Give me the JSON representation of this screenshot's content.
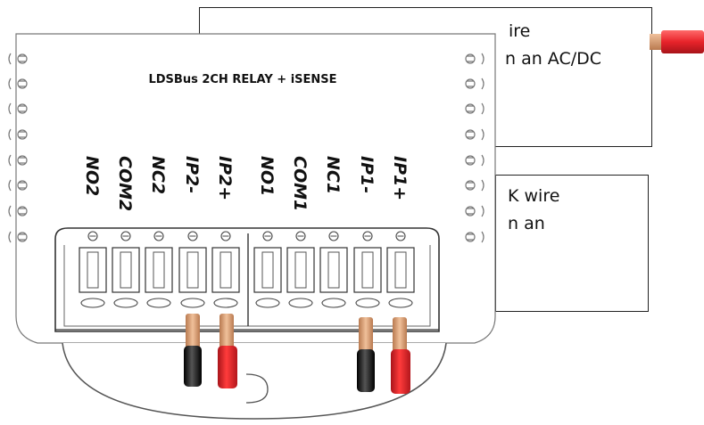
{
  "board": {
    "title": "LDSBus 2CH RELAY + iSENSE"
  },
  "terminals": {
    "group_left": [
      "NO2",
      "COM2",
      "NC2",
      "IP2-",
      "IP2+"
    ],
    "group_right": [
      "NO1",
      "COM1",
      "NC1",
      "IP1-",
      "IP1+"
    ]
  },
  "callouts": {
    "red_wire_note": {
      "line1": "ire",
      "line2": "n an AC/DC"
    },
    "black_wire_note": {
      "line1": "K wire",
      "line2": "n an"
    }
  },
  "colors": {
    "red_wire": "#e8232a",
    "black_wire": "#111111",
    "copper_sleeve": "#d99a6c",
    "outline": "#333333"
  }
}
